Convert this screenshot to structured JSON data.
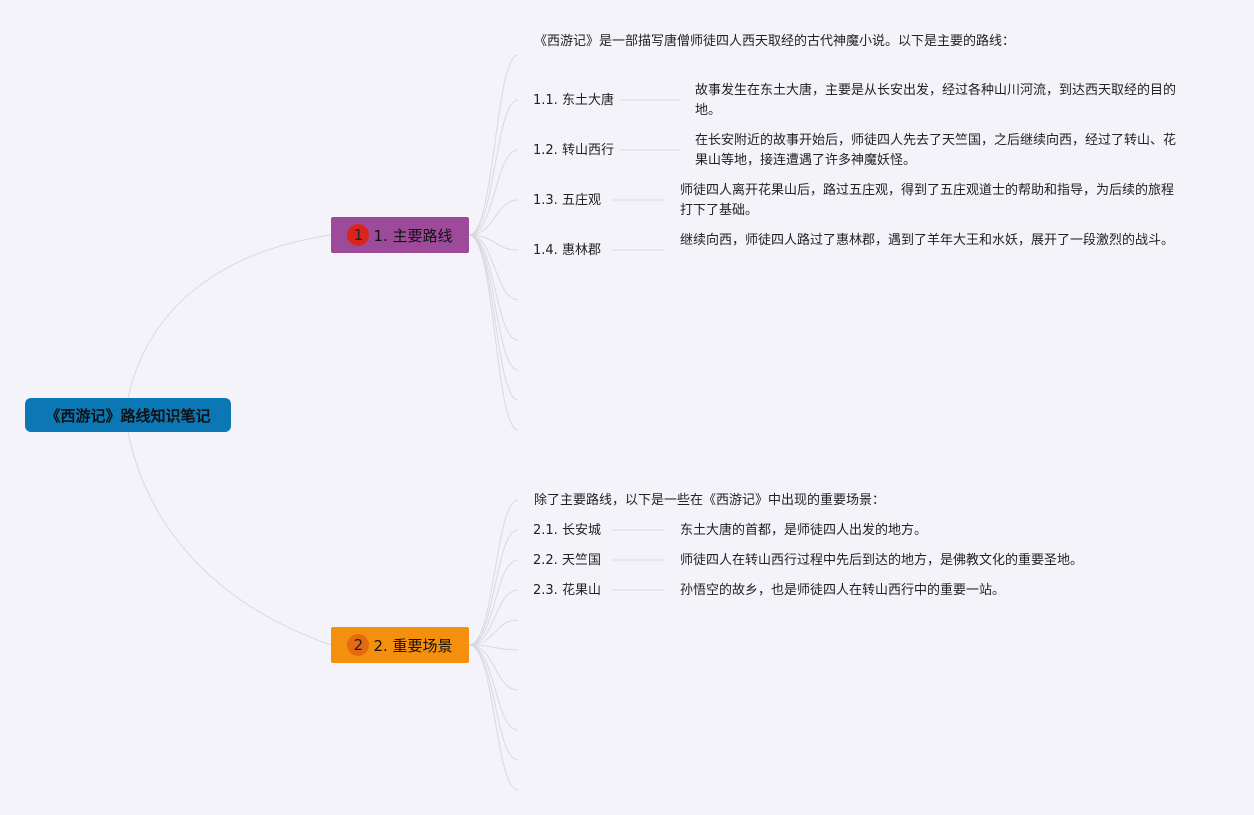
{
  "root": {
    "label": "《西游记》路线知识笔记"
  },
  "branches": [
    {
      "badge": "1",
      "label": "1. 主要路线",
      "color": "#9d4a9b",
      "intro": "《西游记》是一部描写唐僧师徒四人西天取经的古代神魔小说。以下是主要的路线：",
      "items": [
        {
          "label": "1.1. 东土大唐",
          "desc": "故事发生在东土大唐，主要是从长安出发，经过各种山川河流，到达西天取经的目的地。"
        },
        {
          "label": "1.2. 转山西行",
          "desc": "在长安附近的故事开始后，师徒四人先去了天竺国，之后继续向西，经过了转山、花果山等地，接连遭遇了许多神魔妖怪。"
        },
        {
          "label": "1.3. 五庄观",
          "desc": "师徒四人离开花果山后，路过五庄观，得到了五庄观道士的帮助和指导，为后续的旅程打下了基础。"
        },
        {
          "label": "1.4. 惠林郡",
          "desc": "继续向西，师徒四人路过了惠林郡，遇到了羊年大王和水妖，展开了一段激烈的战斗。"
        }
      ]
    },
    {
      "badge": "2",
      "label": "2. 重要场景",
      "color": "#f5900f",
      "intro": "除了主要路线，以下是一些在《西游记》中出现的重要场景：",
      "items": [
        {
          "label": "2.1. 长安城",
          "desc": "东土大唐的首都，是师徒四人出发的地方。"
        },
        {
          "label": "2.2. 天竺国",
          "desc": "师徒四人在转山西行过程中先后到达的地方，是佛教文化的重要圣地。"
        },
        {
          "label": "2.3. 花果山",
          "desc": "孙悟空的故乡，也是师徒四人在转山西行中的重要一站。"
        }
      ]
    }
  ],
  "colors": {
    "root": "#0b77b5",
    "link": "#d9d8e2",
    "background": "#f4f3fa"
  }
}
